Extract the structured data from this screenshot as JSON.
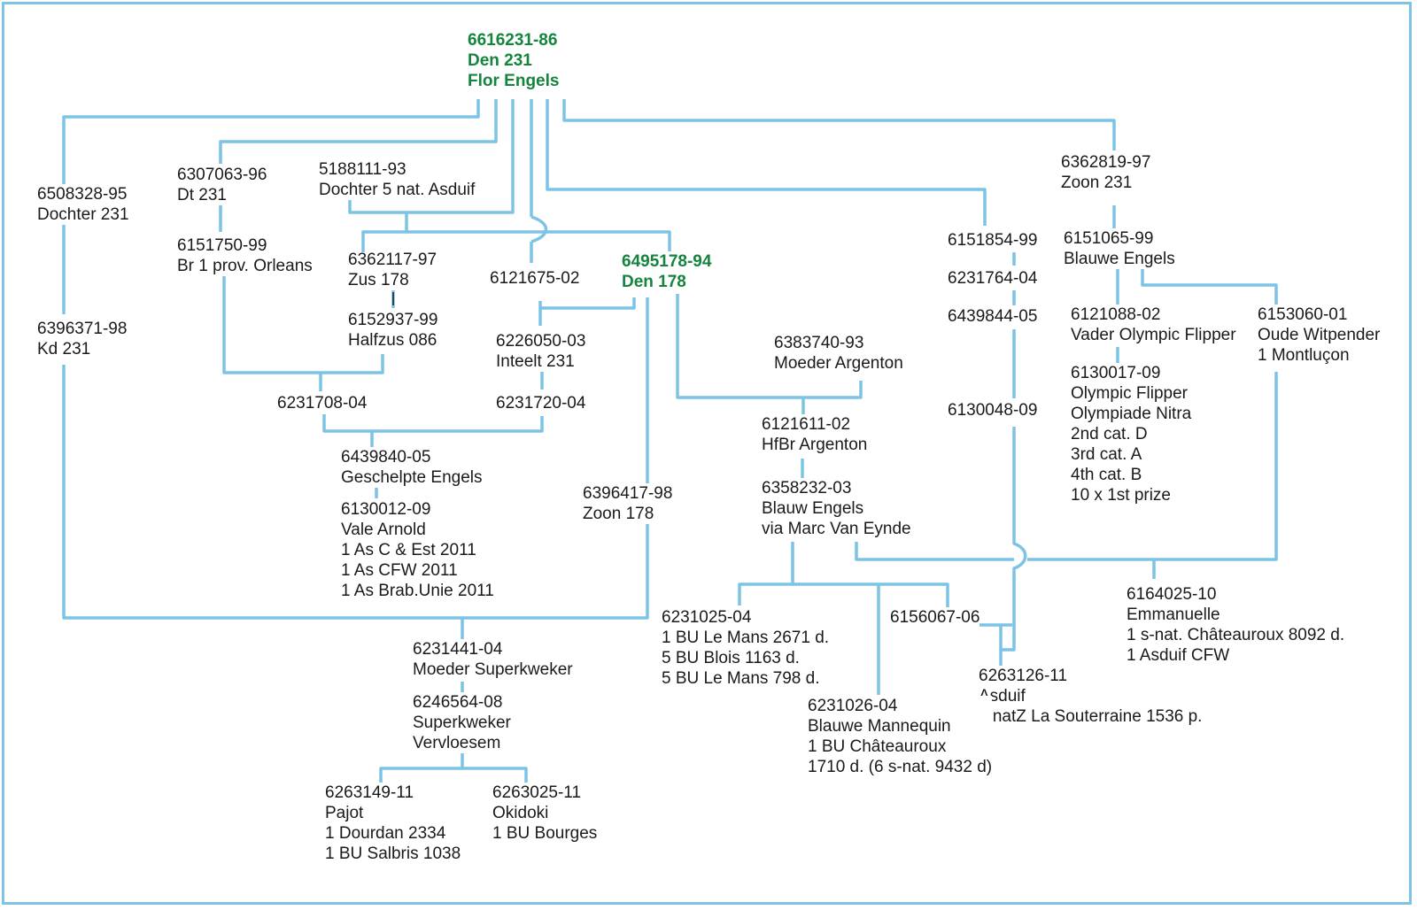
{
  "diagram": {
    "line_color": "#7cc3e6",
    "text_color": "#1a1a1a",
    "highlight_color": "#15843f",
    "nodes": {
      "n_root": [
        "6616231-86",
        "Den 231",
        "Flor Engels"
      ],
      "n_6508328": [
        "6508328-95",
        "Dochter 231"
      ],
      "n_6307063": [
        "6307063-96",
        "Dt 231"
      ],
      "n_5188111": [
        "5188111-93",
        "Dochter 5 nat. Asduif"
      ],
      "n_6362819": [
        "6362819-97",
        "Zoon 231"
      ],
      "n_6151750": [
        "6151750-99",
        "Br 1 prov. Orleans"
      ],
      "n_6362117": [
        "6362117-97",
        "Zus 178"
      ],
      "n_6121675": [
        "6121675-02"
      ],
      "n_6495178": [
        "6495178-94",
        "Den 178"
      ],
      "n_6151854": [
        "6151854-99"
      ],
      "n_6151065": [
        "6151065-99",
        "Blauwe Engels"
      ],
      "n_6231764": [
        "6231764-04"
      ],
      "n_6121088": [
        "6121088-02",
        "Vader Olympic Flipper"
      ],
      "n_6153060": [
        "6153060-01",
        "Oude Witpender",
        "1 Montluçon"
      ],
      "n_6152937": [
        "6152937-99",
        "Halfzus 086"
      ],
      "n_6226050": [
        "6226050-03",
        "Inteelt 231"
      ],
      "n_6439844": [
        "6439844-05"
      ],
      "n_6396371": [
        "6396371-98",
        "Kd 231"
      ],
      "n_6383740": [
        "6383740-93",
        "Moeder Argenton"
      ],
      "n_6130017": [
        "6130017-09",
        "Olympic Flipper",
        "Olympiade Nitra",
        "2nd cat. D",
        "3rd cat. A",
        "4th cat. B",
        "10 x 1st prize"
      ],
      "n_6231708": [
        "6231708-04"
      ],
      "n_6231720": [
        "6231720-04"
      ],
      "n_6130048": [
        "6130048-09"
      ],
      "n_6121611": [
        "6121611-02",
        "HfBr Argenton"
      ],
      "n_6439840": [
        "6439840-05",
        "Geschelpte Engels"
      ],
      "n_6358232": [
        "6358232-03",
        "Blauw Engels",
        "via Marc Van Eynde"
      ],
      "n_6396417": [
        "6396417-98",
        "Zoon 178"
      ],
      "n_6130012": [
        "6130012-09",
        "Vale Arnold",
        "1 As C & Est 2011",
        "1 As CFW 2011",
        "1 As Brab.Unie 2011"
      ],
      "n_6164025": [
        "6164025-10",
        "Emmanuelle",
        "1 s-nat. Châteauroux 8092 d.",
        "1 Asduif CFW"
      ],
      "n_6231025": [
        "6231025-04",
        "1 BU Le Mans 2671 d.",
        "5 BU Blois 1163 d.",
        "5 BU Le Mans 798 d."
      ],
      "n_6156067": [
        "6156067-06"
      ],
      "n_6231441": [
        "6231441-04",
        "Moeder Superkweker"
      ],
      "n_6263126": [
        "6263126-11",
        "Asduif",
        "2 natZ La Souterraine 1536 p."
      ],
      "n_6246564": [
        "6246564-08",
        "Superkweker",
        "Vervloesem"
      ],
      "n_6231026": [
        "6231026-04",
        "Blauwe Mannequin",
        "1 BU Châteauroux",
        "1710 d. (6 s-nat. 9432 d)"
      ],
      "n_6263149": [
        "6263149-11",
        "Pajot",
        "1 Dourdan 2334",
        "1 BU Salbris 1038"
      ],
      "n_6263025": [
        "6263025-11",
        "Okidoki",
        "1 BU Bourges"
      ]
    }
  }
}
